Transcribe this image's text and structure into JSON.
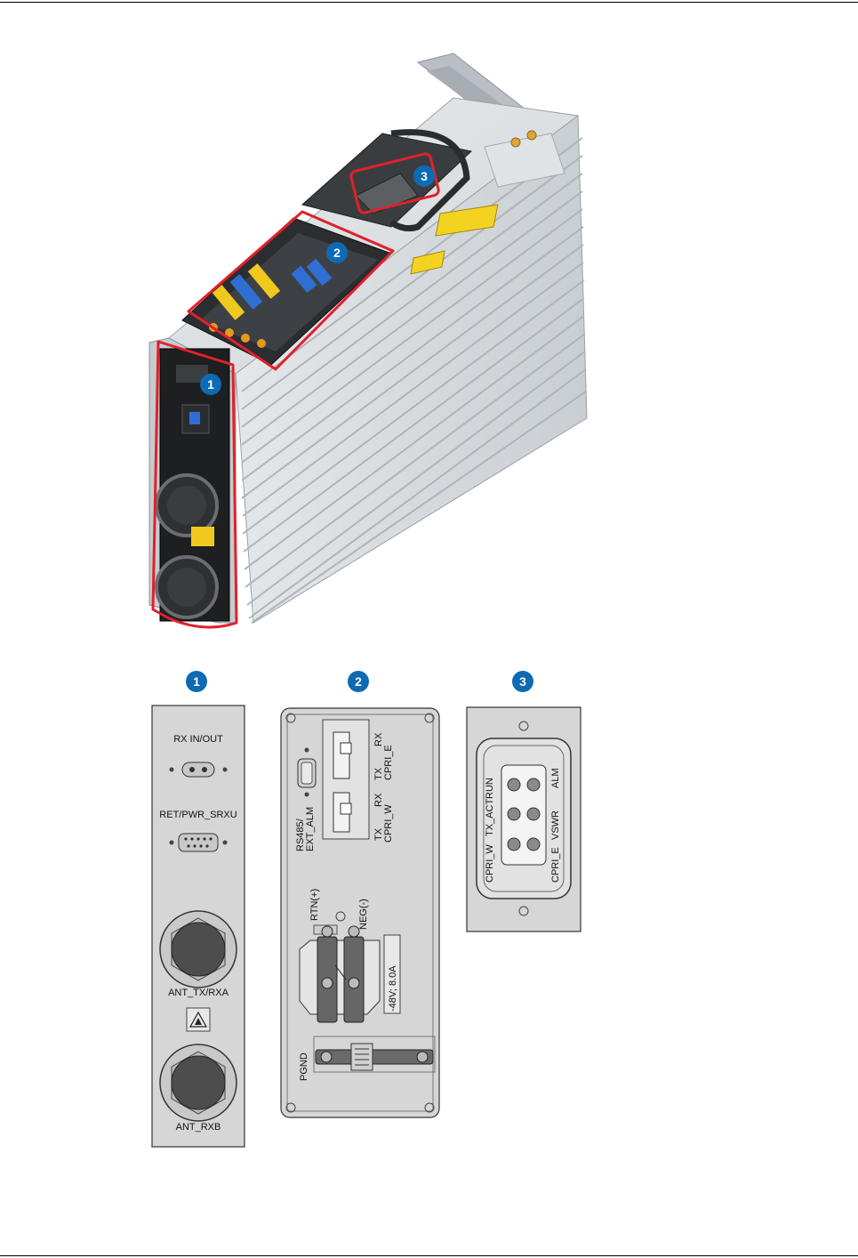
{
  "callouts": {
    "one": "1",
    "two": "2",
    "three": "3"
  },
  "colors": {
    "badge": "#0d6ab3",
    "highlight": "#e0212b",
    "panel_gray": "#d6d6d6",
    "metal": "#cfd3d6"
  },
  "panel1": {
    "rx_in_out": "RX IN/OUT",
    "ret_pwr_srxu": "RET/PWR_SRXU",
    "ant_tx_rxa": "ANT_TX/RXA",
    "ant_rxb": "ANT_RXB",
    "warning_icon": "rf-hazard-icon"
  },
  "panel2": {
    "rs485": "RS485/",
    "ext_alm": "EXT_ALM",
    "tx_e": "TX",
    "rx_e": "RX",
    "cpri_e": "CPRI_E",
    "tx_w": "TX",
    "rx_w": "RX",
    "cpri_w": "CPRI_W",
    "rtn": "RTN(+)",
    "neg": "NEG(-)",
    "power_rating": "-48V; 8.0A",
    "pgnd": "PGND"
  },
  "panel3": {
    "run": "RUN",
    "alm": "ALM",
    "tx_act": "TX_ACT",
    "vswr": "VSWR",
    "cpri_w": "CPRI_W",
    "cpri_e": "CPRI_E"
  }
}
